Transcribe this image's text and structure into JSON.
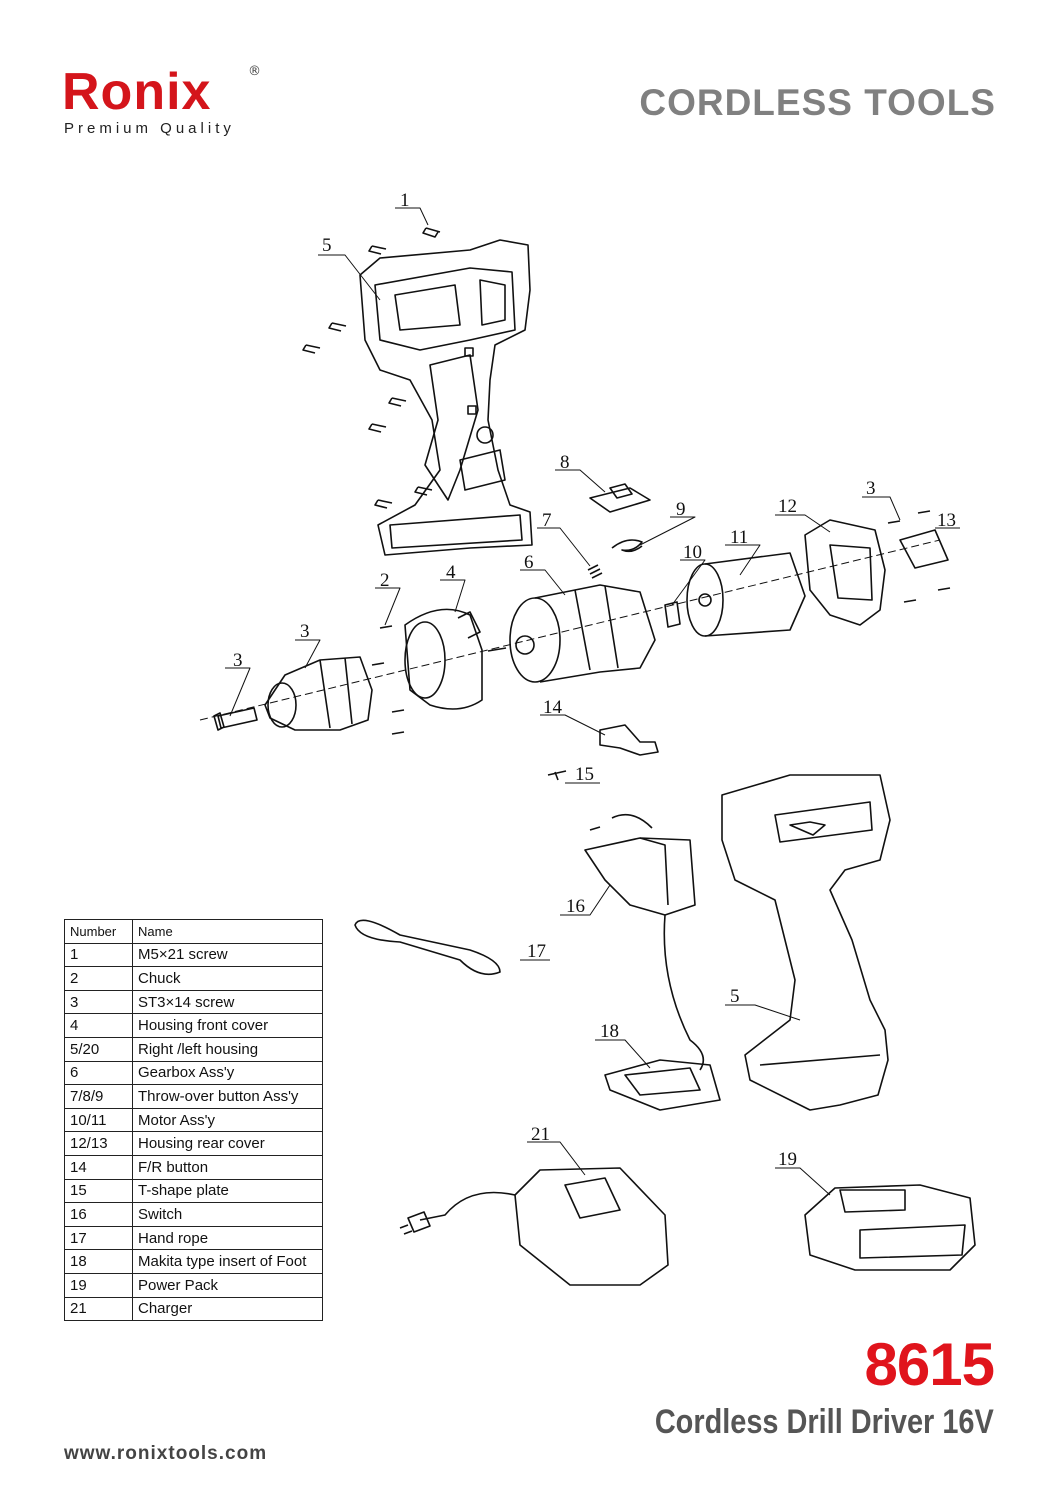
{
  "brand": {
    "name": "Ronix",
    "registered_mark": "®",
    "tagline": "Premium Quality"
  },
  "category": "CORDLESS TOOLS",
  "callouts": [
    "1",
    "2",
    "3",
    "3",
    "3",
    "4",
    "5",
    "5",
    "6",
    "7",
    "8",
    "9",
    "10",
    "11",
    "12",
    "13",
    "14",
    "15",
    "16",
    "17",
    "18",
    "19",
    "21"
  ],
  "parts_table": {
    "headers": [
      "Number",
      "Name"
    ],
    "rows": [
      {
        "number": "1",
        "name": "M5×21 screw"
      },
      {
        "number": "2",
        "name": "Chuck"
      },
      {
        "number": "3",
        "name": "ST3×14 screw"
      },
      {
        "number": "4",
        "name": "Housing front cover"
      },
      {
        "number": "5/20",
        "name": "Right /left housing"
      },
      {
        "number": "6",
        "name": "Gearbox Ass'y"
      },
      {
        "number": "7/8/9",
        "name": "Throw-over button Ass'y"
      },
      {
        "number": "10/11",
        "name": "Motor Ass'y"
      },
      {
        "number": "12/13",
        "name": "Housing rear cover"
      },
      {
        "number": "14",
        "name": "F/R button"
      },
      {
        "number": "15",
        "name": "T-shape plate"
      },
      {
        "number": "16",
        "name": "Switch"
      },
      {
        "number": "17",
        "name": "Hand rope"
      },
      {
        "number": "18",
        "name": "Makita type insert of Foot"
      },
      {
        "number": "19",
        "name": "Power Pack"
      },
      {
        "number": "21",
        "name": "Charger"
      }
    ]
  },
  "model": {
    "number": "8615",
    "title": "Cordless Drill Driver 16V"
  },
  "website": "www.ronixtools.com",
  "colors": {
    "brand_red": "#d4151b",
    "heading_gray": "#808080",
    "line": "#111111"
  }
}
